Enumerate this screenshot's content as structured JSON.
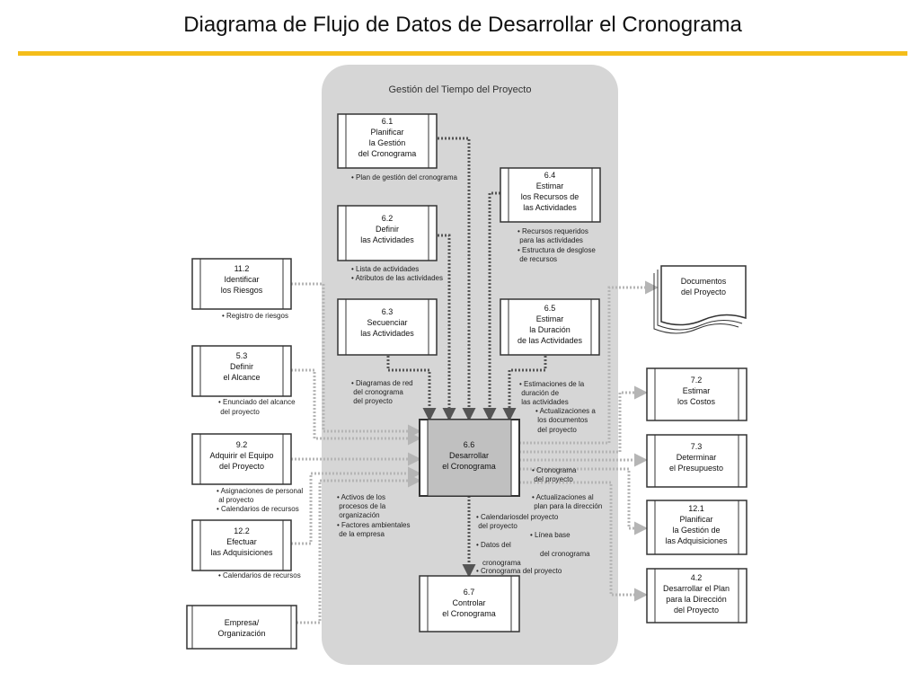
{
  "title": "Diagrama de Flujo de Datos de Desarrollar el Cronograma",
  "colors": {
    "accent": "#f4bd1a",
    "panel": "#d6d6d6",
    "dark_arrow": "#555555",
    "light_arrow": "#b5b5b5",
    "central_box": "#c0c0c0"
  },
  "panel_title": "Gestión del Tiempo del Proyecto",
  "processes": {
    "p61": [
      "6.1",
      "Planificar",
      "la Gestión",
      "del Cronograma"
    ],
    "p62": [
      "6.2",
      "Definir",
      "las Actividades"
    ],
    "p63": [
      "6.3",
      "Secuenciar",
      "las Actividades"
    ],
    "p64": [
      "6.4",
      "Estimar",
      "los Recursos de",
      "las Actividades"
    ],
    "p65": [
      "6.5",
      "Estimar",
      "la Duración",
      "de las Actividades"
    ],
    "p66": [
      "6.6",
      "Desarrollar",
      "el Cronograma"
    ],
    "p67": [
      "6.7",
      "Controlar",
      "el Cronograma"
    ],
    "p112": [
      "11.2",
      "Identificar",
      "los Riesgos"
    ],
    "p53": [
      "5.3",
      "Definir",
      "el Alcance"
    ],
    "p92": [
      "9.2",
      "Adquirir el Equipo",
      "del Proyecto"
    ],
    "p122": [
      "12.2",
      "Efectuar",
      "las Adquisiciones"
    ],
    "p72": [
      "7.2",
      "Estimar",
      "los Costos"
    ],
    "p73": [
      "7.3",
      "Determinar",
      "el Presupuesto"
    ],
    "p121": [
      "12.1",
      "Planificar",
      "la Gestión de",
      "las Adquisiciones"
    ],
    "p42": [
      "4.2",
      "Desarrollar el Plan",
      "para la Dirección",
      "del Proyecto"
    ],
    "empresa": [
      "Empresa/",
      "Organización"
    ],
    "docs": [
      "Documentos",
      "del Proyecto"
    ]
  },
  "labels": {
    "l61": [
      "• Plan de gestión del cronograma"
    ],
    "l62": [
      "• Lista de actividades",
      "• Atributos de las actividades"
    ],
    "l64": [
      "• Recursos requeridos",
      "  para las actividades",
      "• Estructura de desglose",
      "  de recursos"
    ],
    "l112": [
      "• Registro de riesgos"
    ],
    "l53": [
      "• Enunciado del alcance",
      "  del proyecto"
    ],
    "l63": [
      "• Diagramas de red",
      "  del cronograma",
      "  del proyecto"
    ],
    "l65": [
      "• Estimaciones de la",
      "  duración de",
      "  las actividades"
    ],
    "l65b": [
      "• Actualizaciones a",
      "  los documentos",
      "  del proyecto"
    ],
    "l92": [
      "• Asignaciones de personal",
      "  al proyecto",
      "• Calendarios de recursos"
    ],
    "lemp": [
      "• Activos de los",
      "  procesos de la",
      "  organización",
      "• Factores ambientales",
      "  de la empresa"
    ],
    "l122": [
      "• Calendarios de recursos"
    ],
    "lout1": [
      "• Cronograma",
      "  del proyecto"
    ],
    "lout2": [
      "• Actualizaciones al",
      "  plan para la dirección"
    ],
    "lcal": [
      "• Calendariosdel proyecto",
      "  del proyecto"
    ],
    "llb": [
      "• Línea base"
    ],
    "llb2": [
      "del cronograma"
    ],
    "ldat": [
      "• Datos del"
    ],
    "ldat2": [
      "cronograma"
    ],
    "lcron": [
      "• Cronograma del proyecto"
    ]
  }
}
